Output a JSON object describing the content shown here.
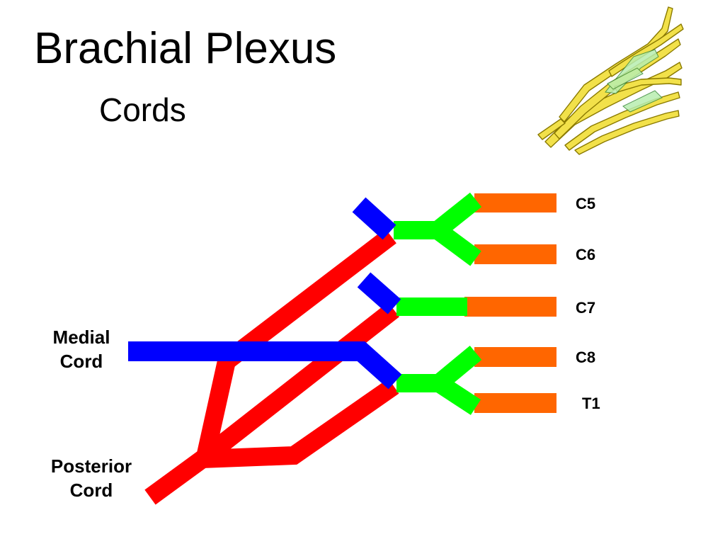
{
  "title": "Brachial Plexus",
  "subtitle": "Cords",
  "roots": [
    "C5",
    "C6",
    "C7",
    "C8",
    "T1"
  ],
  "cords": {
    "medial": [
      "Medial",
      "Cord"
    ],
    "posterior": [
      "Posterior",
      "Cord"
    ]
  },
  "colors": {
    "roots": "#ff6600",
    "trunks": "#00ff00",
    "posterior": "#ff0000",
    "medial": "#0000ff",
    "nerve_illustration": "#f2e14a"
  },
  "illustration": "yellow-brachial-plexus-nerve-drawing"
}
